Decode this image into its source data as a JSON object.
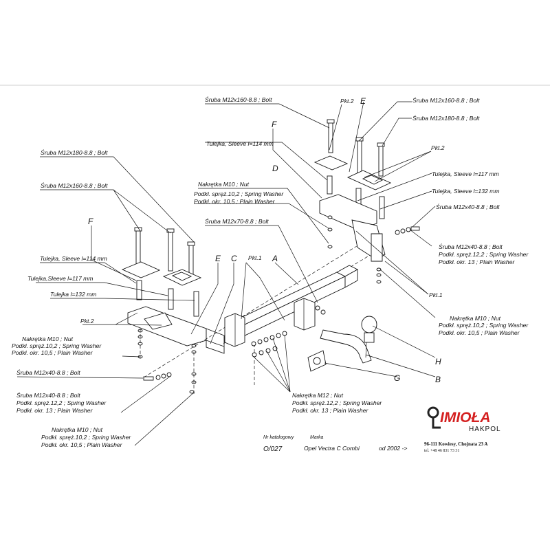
{
  "labels": {
    "bolt_180_left": "Śruba M12x180-8.8 ;  Bolt",
    "bolt_160_left": "Śruba M12x160-8.8 ;  Bolt",
    "sleeve_114_left": "Tulejka, Sleeve  l=114 mm",
    "sleeve_117_left": "Tulejka,Sleeve  l=117 mm",
    "sleeve_132_left": "Tulejka l=132 mm",
    "pkt2_left": "Pkt.2",
    "nut_m10_left": [
      "Nakrętka  M10 ; Nut",
      "Podkł. spręż.10,2 ; Spring Washer",
      "Podkł. okr. 10,5 ; Plain Washer"
    ],
    "bolt_m12x40_left": "Śruba M12x40-8.8 ;  Bolt",
    "bolt_m12x40_left2": [
      "Śruba M12x40-8.8 ;  Bolt",
      "Podkł. spręż.12,2 ; Spring Washer",
      "Podkł. okr. 13 ; Plain Washer"
    ],
    "nut_m10_bottom": [
      "Nakrętka  M10 ; Nut",
      "Podkł. spręż.10,2 ; Spring Washer",
      "Podkł. okr. 10,5 ; Plain Washer"
    ],
    "bolt_160_top": "Śruba M12x160-8.8 ;  Bolt",
    "sleeve_114_top": "Tulejka, Sleeve  l=114 mm",
    "nut_m10_top": [
      "Nakrętka  M10 ; Nut",
      "Podkł. spręż.10,2 ; Spring Washer",
      "Podkł. okr. 10,5 ; Plain Washer"
    ],
    "bolt_m12x70": "Śruba M12x70-8.8 ;  Bolt",
    "pkt1_center": "Pkt.1",
    "pkt2_top": "Pkt.2",
    "bolt_160_right": "Śruba M12x160-8.8 ;  Bolt",
    "bolt_180_right": "Śruba M12x180-8.8 ;  Bolt",
    "pkt2_right": "Pkt.2",
    "sleeve_117_right": "Tulejka, Sleeve l=117 mm",
    "sleeve_132_right": "Tulejka, Sleeve  l=132 mm",
    "bolt_m12x40_right": "Śruba M12x40-8.8 ;  Bolt",
    "bolt_m12x40_right2": [
      "Śruba M12x40-8.8 ;  Bolt",
      "Podkł. spręż.12,2 ; Spring Washer",
      "Podkł. okr. 13 ; Plain Washer"
    ],
    "pkt1_right": "Pkt.1",
    "nut_m10_right": [
      "Nakrętka  M10 ; Nut",
      "Podkł. spręż.10,2 ; Spring Washer",
      "Podkł. okr. 10,5 ; Plain Washer"
    ],
    "nut_m12_center": [
      "Nakrętka  M12 ; Nut",
      "Podkł. spręż.12,2 ; Spring Washer",
      "Podkł. okr. 13 ; Plain Washer"
    ]
  },
  "letters": {
    "E_top": "E",
    "F_top": "F",
    "D": "D",
    "A": "A",
    "C": "C",
    "E_left": "E",
    "F_left": "F",
    "H": "H",
    "B": "B",
    "G": "G"
  },
  "catalog": {
    "nr_label": "Nr katalogowy",
    "marka_label": "Marka",
    "code": "O/027",
    "model": "Opel Vectra C Combi",
    "date": "od 2002 ->"
  },
  "company": {
    "name": "IMIOŁA",
    "sub": "HAKPOL",
    "address": "96-111 Kowiesy, Chojnata 23 A",
    "tel": "tel. +48 46 831 73 31",
    "color": "#d42020"
  }
}
